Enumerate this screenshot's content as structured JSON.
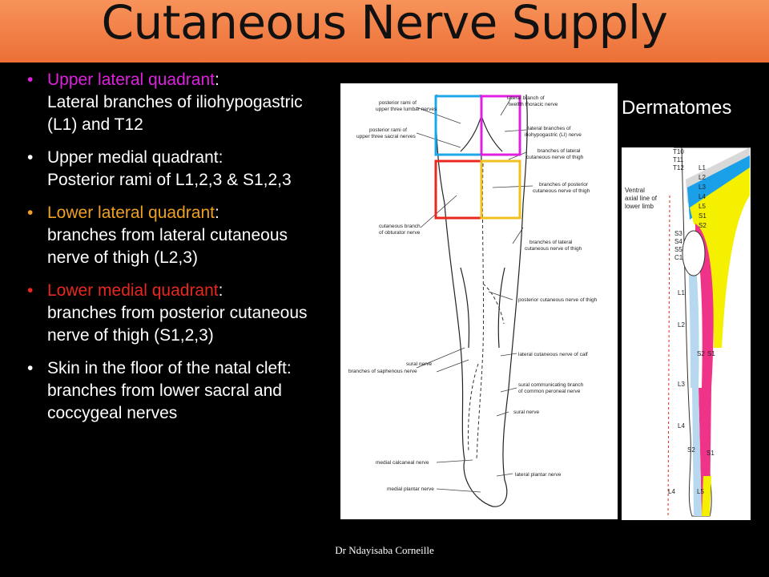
{
  "title": "Cutaneous Nerve Supply",
  "bullets": [
    {
      "head": "Upper lateral quadrant",
      "colon": ":",
      "color": "#e020e0",
      "body": "Lateral branches of iliohypogastric (L1) and T12"
    },
    {
      "head": "Upper medial quadrant",
      "colon": ":",
      "color": "#ffffff",
      "body": "Posterior rami of L1,2,3 & S1,2,3"
    },
    {
      "head": "Lower lateral quadrant",
      "colon": ":",
      "color": "#f0a020",
      "body": "branches from lateral cutaneous nerve of thigh (L2,3)"
    },
    {
      "head": "Lower medial quadrant",
      "colon": ":",
      "color": "#e8281e",
      "body": "branches from posterior cutaneous nerve of thigh (S1,2,3)"
    },
    {
      "head": "Skin in the floor of the natal cleft: branches from lower sacral and coccygeal nerves",
      "colon": "",
      "color": "#ffffff",
      "body": ""
    }
  ],
  "author": "Dr Ndayisaba Corneille",
  "figure_left": {
    "labels": {
      "post_rami_lumbar": [
        "posterior rami of",
        "upper three lumbar nerves"
      ],
      "post_rami_sacral": [
        "posterior rami of",
        "upper three sacral nerves"
      ],
      "lateral_t12": [
        "lateral branch of",
        "twelfth thoracic nerve"
      ],
      "lateral_ilio": [
        "lateral branches of",
        "iliohypogastric (LI) nerve"
      ],
      "lat_cut_thigh_1": [
        "branches of lateral",
        "cutaneous nerve of thigh"
      ],
      "post_cut_thigh": [
        "branches of posterior",
        "cutaneous nerve of thigh"
      ],
      "obturator": [
        "cutaneous branch",
        "of obturator nerve"
      ],
      "lat_cut_thigh_2": [
        "branches of lateral",
        "cutaneous nerve of thigh"
      ],
      "post_cut_thigh_nerve": "posterior cutaneous nerve of thigh",
      "sural": "sural nerve",
      "saphenous": "branches of saphenous nerve",
      "lat_cut_calf": "lateral cutaneous nerve of calf",
      "sural_comm": [
        "sural communicating branch",
        "of common peroneal nerve"
      ],
      "sural2": "sural nerve",
      "med_calcaneal": "medial calcaneal nerve",
      "lat_plantar": "lateral plantar nerve",
      "med_plantar": "medial plantar nerve"
    }
  },
  "figure_right": {
    "title": "Dermatomes",
    "ventral_line": [
      "Ventral",
      "axial line of",
      "lower limb"
    ],
    "levels_top": [
      "T10",
      "T11",
      "T12",
      "L1",
      "L2",
      "L3",
      "L4",
      "L5",
      "S1",
      "S2"
    ],
    "levels_left": [
      "S3",
      "S4",
      "S5",
      "C1"
    ],
    "levels_lower": [
      "L1",
      "L2",
      "S2",
      "S1",
      "L3",
      "L4",
      "S2",
      "S1",
      "L4",
      "L5"
    ]
  }
}
